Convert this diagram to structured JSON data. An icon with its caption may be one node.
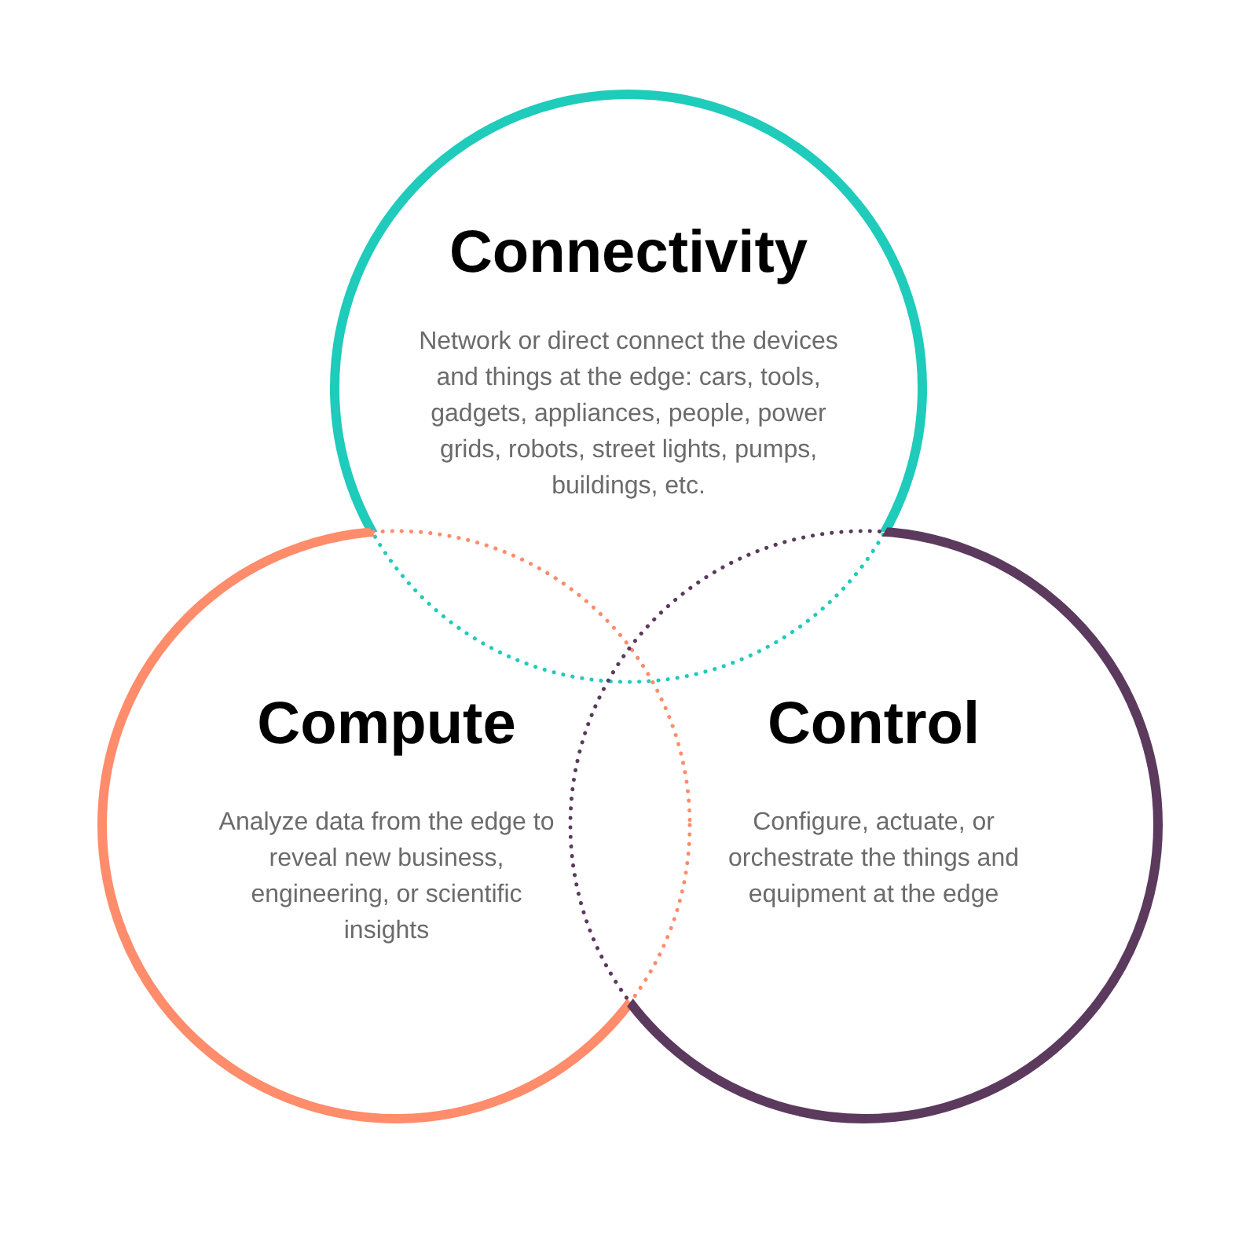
{
  "diagram": {
    "nodes": [
      {
        "text": [
          "Connectivity",
          "Network or direct connect the devices and things at the edge: cars, tools, gadgets, appliances, people, power grids, robots, street lights, pumps, buildings, etc."
        ]
      },
      {
        "text": [
          "Compute",
          "Analyze data from the edge to reveal new business, engineering, or scientific insights"
        ]
      },
      {
        "text": [
          "Control",
          "Configure, actuate, or orchestrate the things and equipment at the edge"
        ]
      }
    ]
  }
}
